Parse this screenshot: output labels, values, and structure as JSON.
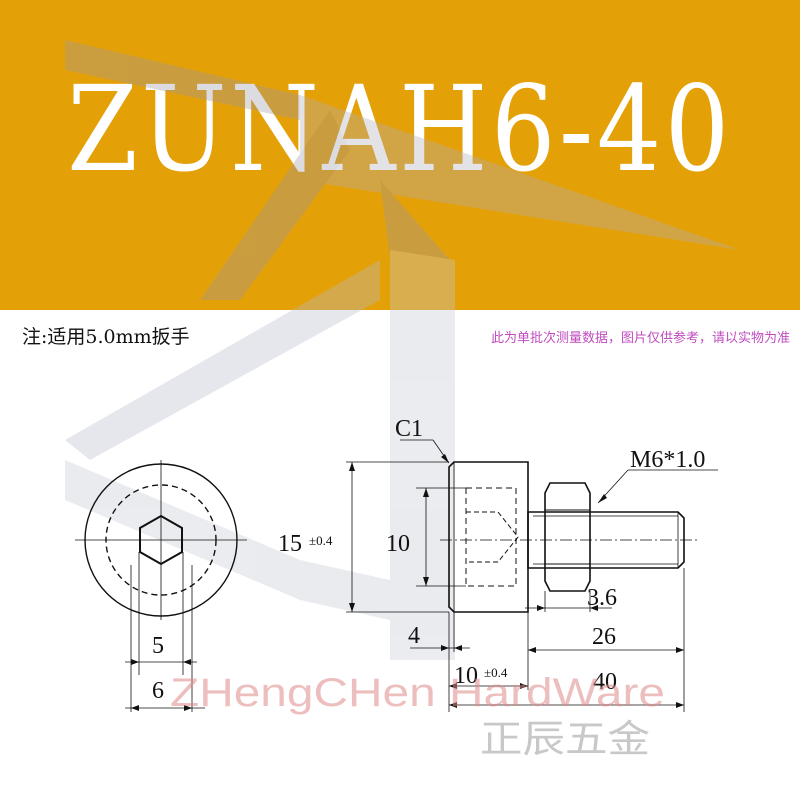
{
  "title": "ZUNAH6-40",
  "note_left": "注:适用5.0mm扳手",
  "note_right": "此为单批次测量数据，图片仅供参考，请以实物为准",
  "dimensions": {
    "c1": "C1",
    "thread": "M6*1.0",
    "head_dia": "15",
    "head_dia_tol": "±0.4",
    "socket_depth_dim": "10",
    "four": "4",
    "thread_len": "26",
    "nut_thk": "3.6",
    "head_len": "10",
    "head_len_tol": "±0.4",
    "total_len": "40",
    "hex_across": "5",
    "hex_outer": "6"
  },
  "watermark": {
    "en": "ZHengCHen HardWare",
    "cn": "正辰五金"
  },
  "colors": {
    "banner": "#e4a007",
    "title": "#ffffff",
    "note_right": "#c04cc0"
  }
}
